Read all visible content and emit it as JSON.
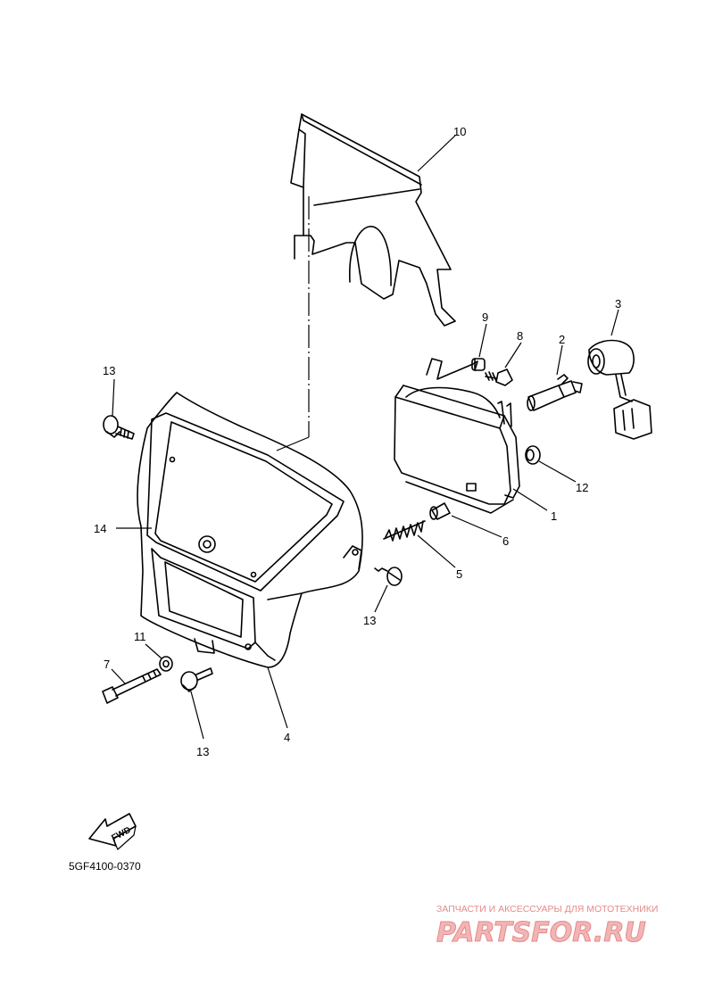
{
  "diagram": {
    "code": "5GF4100-0370",
    "fwd_label": "FWD",
    "callouts": {
      "c1": "1",
      "c2": "2",
      "c3": "3",
      "c4": "4",
      "c5": "5",
      "c6": "6",
      "c7": "7",
      "c8": "8",
      "c9": "9",
      "c10": "10",
      "c11": "11",
      "c12": "12",
      "c13a": "13",
      "c13b": "13",
      "c13c": "13",
      "c14": "14"
    }
  },
  "watermark": {
    "tagline": "ЗАПЧАСТИ И АКСЕССУАРЫ ДЛЯ МОТОТЕХНИКИ",
    "brand": "PARTSFOR.RU",
    "color": "#e58a8a"
  }
}
